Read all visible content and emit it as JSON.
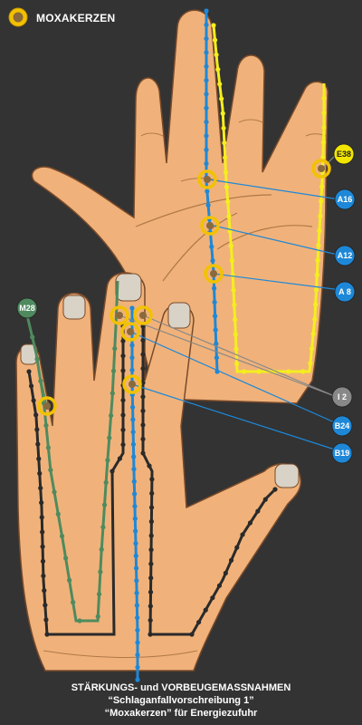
{
  "legend": {
    "label": "MOXAKERZEN",
    "icon": "moxa-candle-icon",
    "ring_color": "#f2c200",
    "core_color": "#8a6a3a"
  },
  "caption": {
    "line1": "STÄRKUNGS- und VORBEUGEMASSNAHMEN",
    "line2": "“Schlaganfallvorschreibung 1”",
    "line3": "“Moxakerzen” für Energiezufuhr"
  },
  "points": [
    {
      "id": "M28",
      "label": "M28",
      "color": "#4f8a5f"
    },
    {
      "id": "E38",
      "label": "E38",
      "color": "#f2e600"
    },
    {
      "id": "A16",
      "label": "A16",
      "color": "#1e88d8"
    },
    {
      "id": "A12",
      "label": "A12",
      "color": "#1e88d8"
    },
    {
      "id": "A8",
      "label": "A 8",
      "color": "#1e88d8"
    },
    {
      "id": "I2",
      "label": "I 2",
      "color": "#888888"
    },
    {
      "id": "B24",
      "label": "B24",
      "color": "#1e88d8"
    },
    {
      "id": "B19",
      "label": "B19",
      "color": "#1e88d8"
    }
  ],
  "colors": {
    "skin": "#f0b27a",
    "skin_outline": "#7a4a2a",
    "nail": "#d9d2c6",
    "meridian_blue": "#1e88d8",
    "meridian_yellow": "#f5ee1e",
    "meridian_green": "#4f8a5f",
    "meridian_black": "#2a2a2a",
    "leader_line": "#7a7a7a"
  }
}
